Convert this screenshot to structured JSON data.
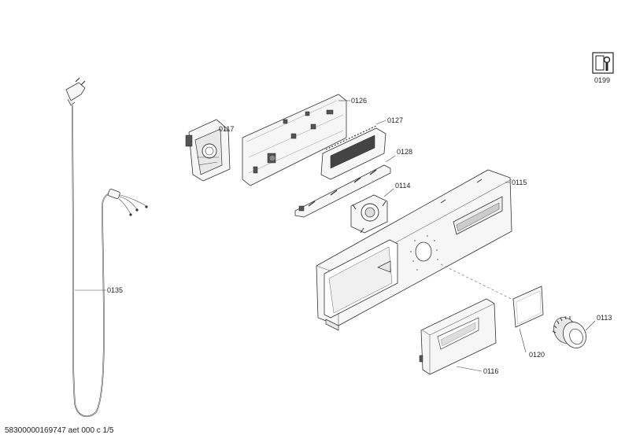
{
  "diagram": {
    "labels": {
      "p0199": "0199",
      "p0126": "0126",
      "p0117": "0117",
      "p0127": "0127",
      "p0128": "0128",
      "p0114": "0114",
      "p0115": "0115",
      "p0135": "0135",
      "p0113": "0113",
      "p0120": "0120",
      "p0116": "0116"
    },
    "service_icon": "wrench-book-icon"
  },
  "footer": {
    "code": "58300000169747 aet 000 c 1/5"
  }
}
